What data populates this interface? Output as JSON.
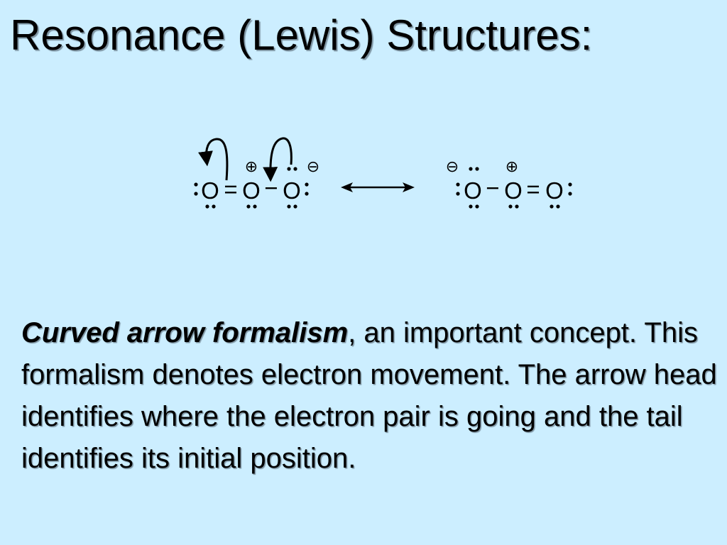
{
  "slide": {
    "title": "Resonance (Lewis) Structures:",
    "paragraph": {
      "bold_term": "Curved arrow formalism",
      "rest": ", an important concept.  This formalism denotes electron movement.  The arrow head identifies where the electron pair is going and the tail identifies its initial position."
    }
  },
  "diagram": {
    "atom_symbol": "O",
    "double_bond": "=",
    "single_bond": "−",
    "positive_charge": "⊕",
    "negative_charge": "⊖",
    "structure_left": [
      "O",
      "O",
      "O"
    ],
    "structure_right": [
      "O",
      "O",
      "O"
    ],
    "resonance_arrow": "double-headed-arrow",
    "curved_arrows": [
      "curved-arrow-pi-bond-to-lone-pair",
      "curved-arrow-lone-pair-to-bond"
    ]
  }
}
